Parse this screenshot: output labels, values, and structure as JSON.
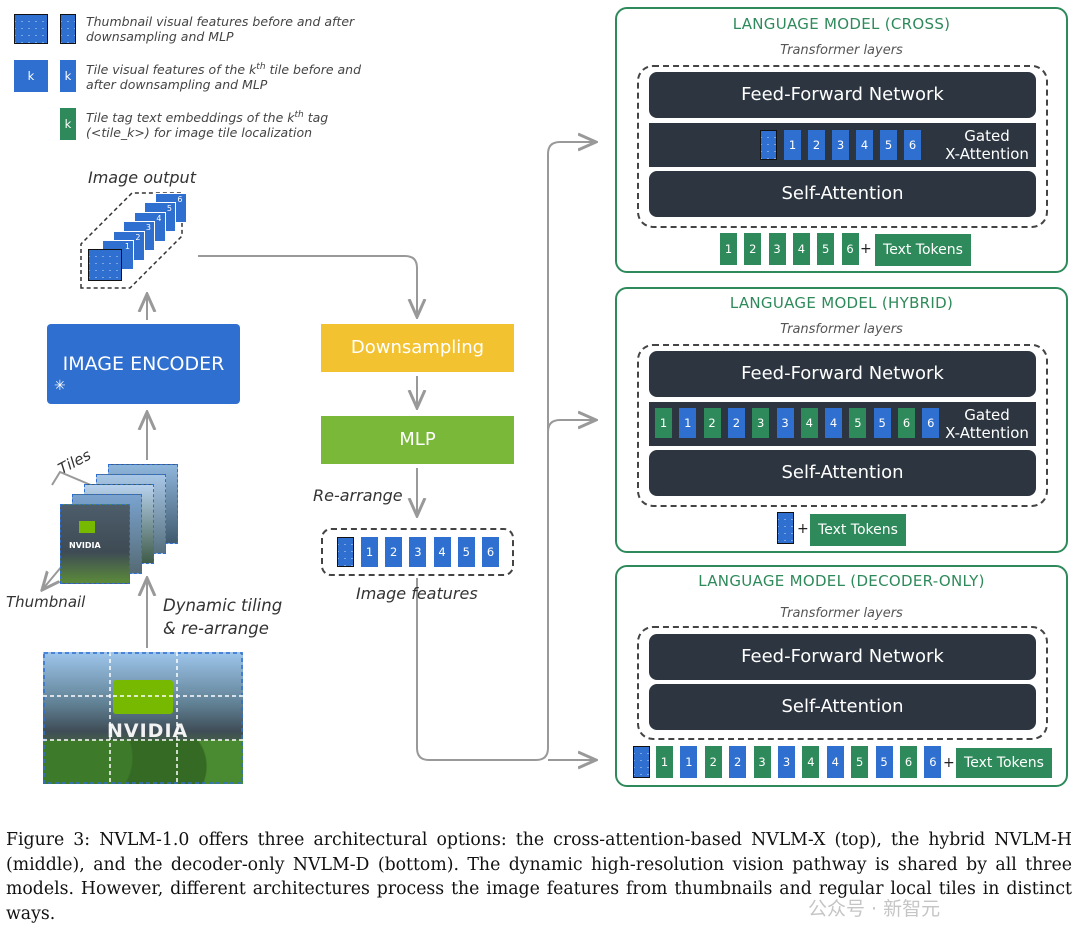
{
  "legend": {
    "thumbnail": "Thumbnail visual features before and after downsampling and MLP",
    "tile_k_label": "k",
    "tile": "Tile visual features of the k",
    "tile_sup": "th",
    "tile_rest": " tile before and after downsampling and MLP",
    "tag": "Tile tag text embeddings of the k",
    "tag_sup": "th",
    "tag_rest": " tag (<tile_k>) for image tile localization"
  },
  "left": {
    "image_output": "Image output",
    "image_encoder": "IMAGE ENCODER",
    "tiles": "Tiles",
    "thumbnail": "Thumbnail",
    "dynamic_tiling": "Dynamic tiling & re-arrange",
    "downsampling": "Downsampling",
    "mlp": "MLP",
    "rearrange": "Re-arrange",
    "image_features": "Image features"
  },
  "tile_numbers": [
    "1",
    "2",
    "3",
    "4",
    "5",
    "6"
  ],
  "panels": {
    "cross": {
      "title": "LANGUAGE MODEL (CROSS)",
      "transformer_layers": "Transformer layers",
      "ffn": "Feed-Forward Network",
      "gated_line1": "Gated",
      "gated_line2": "X-Attention",
      "self_attention": "Self-Attention",
      "plus": "+",
      "text_tokens": "Text Tokens"
    },
    "hybrid": {
      "title": "LANGUAGE MODEL (HYBRID)",
      "transformer_layers": "Transformer layers",
      "ffn": "Feed-Forward Network",
      "gated_line1": "Gated",
      "gated_line2": "X-Attention",
      "self_attention": "Self-Attention",
      "plus": "+",
      "text_tokens": "Text Tokens"
    },
    "decoder": {
      "title": "LANGUAGE MODEL (DECODER-ONLY)",
      "transformer_layers": "Transformer layers",
      "ffn": "Feed-Forward Network",
      "self_attention": "Self-Attention",
      "plus": "+",
      "text_tokens": "Text Tokens"
    }
  },
  "photo": {
    "brand": "NVIDIA"
  },
  "caption": "Figure 3: NVLM-1.0 offers three architectural options: the cross-attention-based NVLM-X (top), the hybrid NVLM-H (middle), and the decoder-only NVLM-D (bottom). The dynamic high-resolution vision pathway is shared by all three models. However, different architectures process the image features from thumbnails and regular local tiles in distinct ways.",
  "watermark": "公众号 · 新智元",
  "colors": {
    "blue": "#2f6fd0",
    "green": "#2e8a5a",
    "yellow": "#f2c230",
    "lime": "#7ab83a",
    "dark": "#2d3640"
  }
}
